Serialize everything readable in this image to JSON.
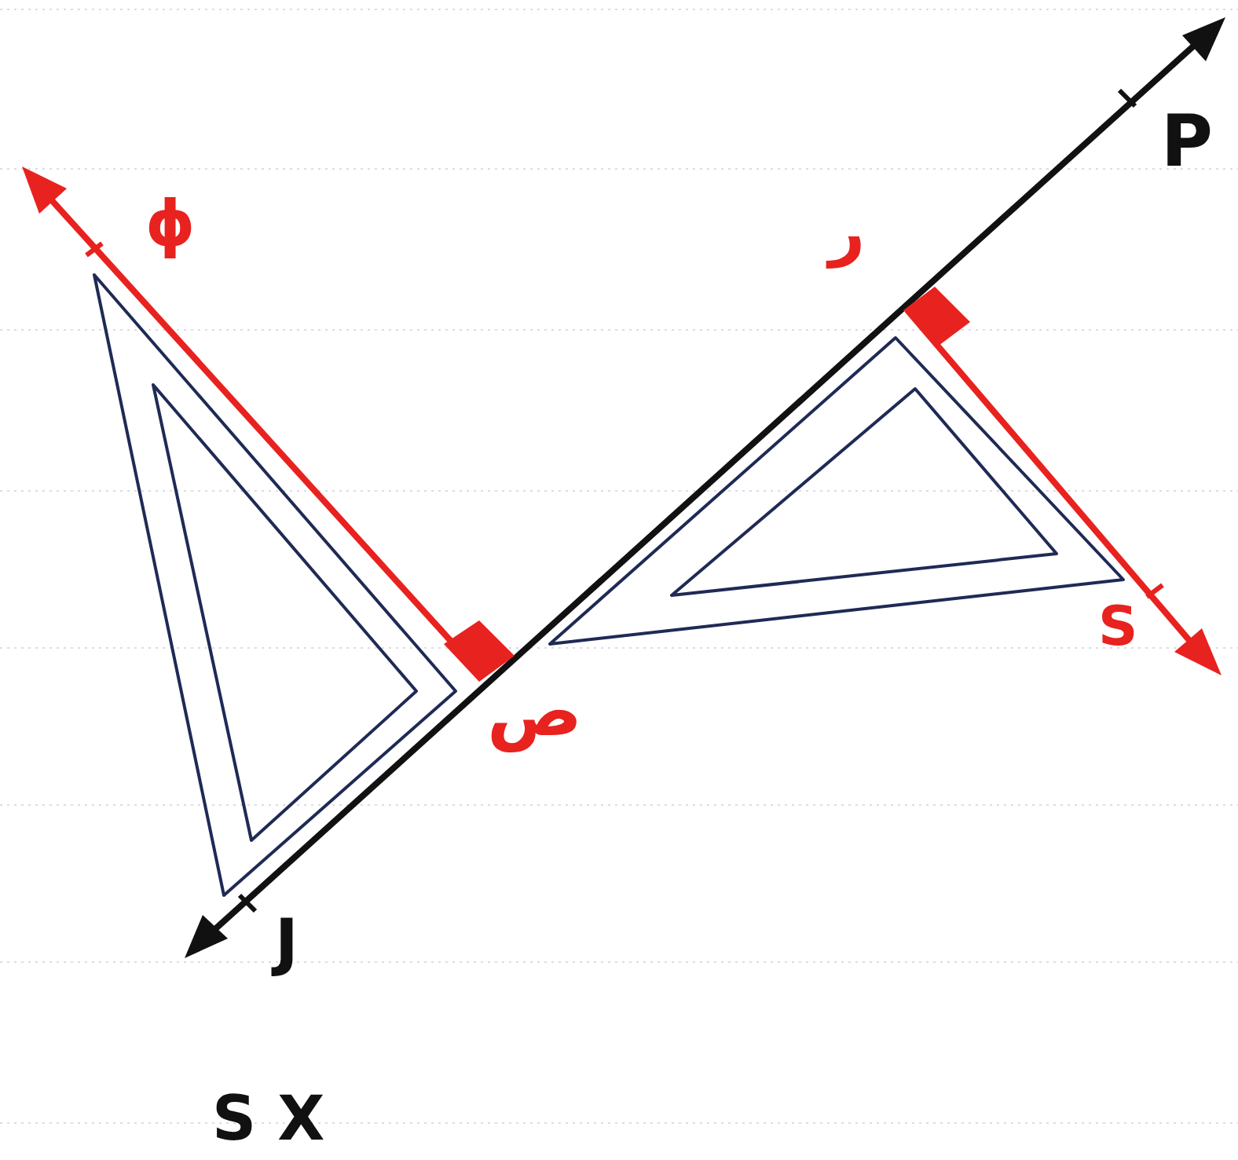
{
  "diagram": {
    "labels": [
      "P",
      "J",
      "ϕ",
      "ر",
      "ص",
      "S",
      "S X"
    ]
  }
}
